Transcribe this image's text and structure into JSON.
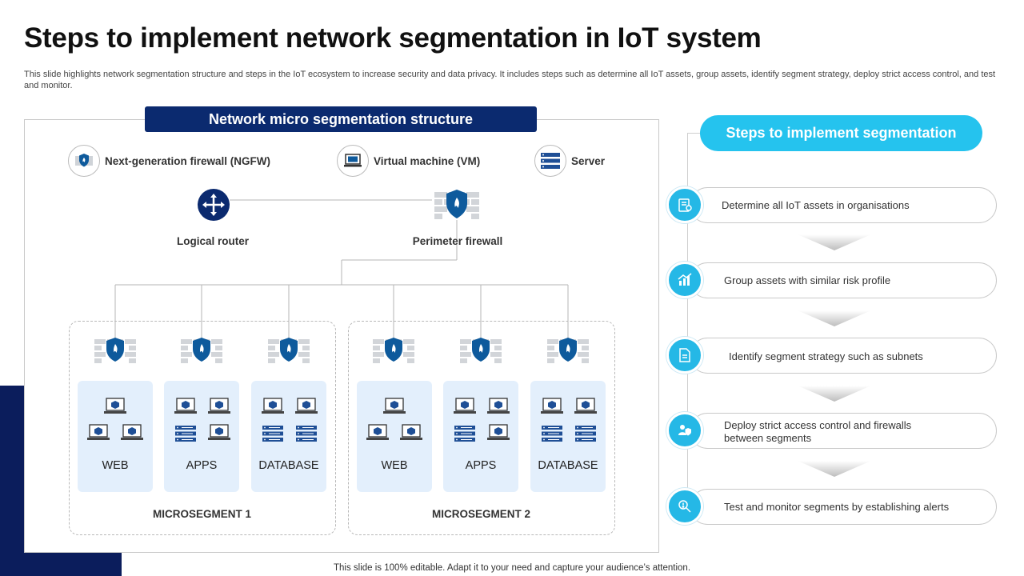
{
  "title": "Steps to implement network segmentation in IoT system",
  "subtitle": "This slide highlights network segmentation structure and steps in the IoT ecosystem to increase security and data privacy. It includes steps such as determine all IoT assets, group assets, identify segment strategy, deploy strict access control, and test and monitor.",
  "footer": "This slide is 100% editable. Adapt it to your need and capture your audience’s attention.",
  "colors": {
    "navy": "#0b2a6f",
    "accent": "#25c3ee",
    "tier_bg": "#e3effc",
    "shield": "#0e5a9c"
  },
  "structure": {
    "title": "Network micro segmentation structure",
    "legend": [
      {
        "label": "Next-generation firewall (NGFW)",
        "icon": "ngfw-icon"
      },
      {
        "label": "Virtual machine (VM)",
        "icon": "virtual-machine-icon"
      },
      {
        "label": "Server",
        "icon": "server-icon"
      }
    ],
    "logical_router": "Logical router",
    "perimeter_firewall": "Perimeter firewall",
    "microsegments": [
      {
        "label": "MICROSEGMENT  1",
        "tiers": [
          "WEB",
          "APPS",
          "DATABASE"
        ]
      },
      {
        "label": "MICROSEGMENT  2",
        "tiers": [
          "WEB",
          "APPS",
          "DATABASE"
        ]
      }
    ]
  },
  "steps": {
    "title": "Steps to implement segmentation",
    "items": [
      {
        "label": "Determine  all IoT  assets in organisations",
        "icon": "asset-inventory-icon"
      },
      {
        "label": "Group assets with  similar risk profile",
        "icon": "risk-chart-icon"
      },
      {
        "label": "Identify  segment strategy such as subnets",
        "icon": "strategy-document-icon"
      },
      {
        "label": "Deploy strict access control and firewalls between  segments",
        "icon": "access-control-icon"
      },
      {
        "label": "Test and monitor segments by establishing alerts",
        "icon": "monitor-alert-icon"
      }
    ]
  }
}
